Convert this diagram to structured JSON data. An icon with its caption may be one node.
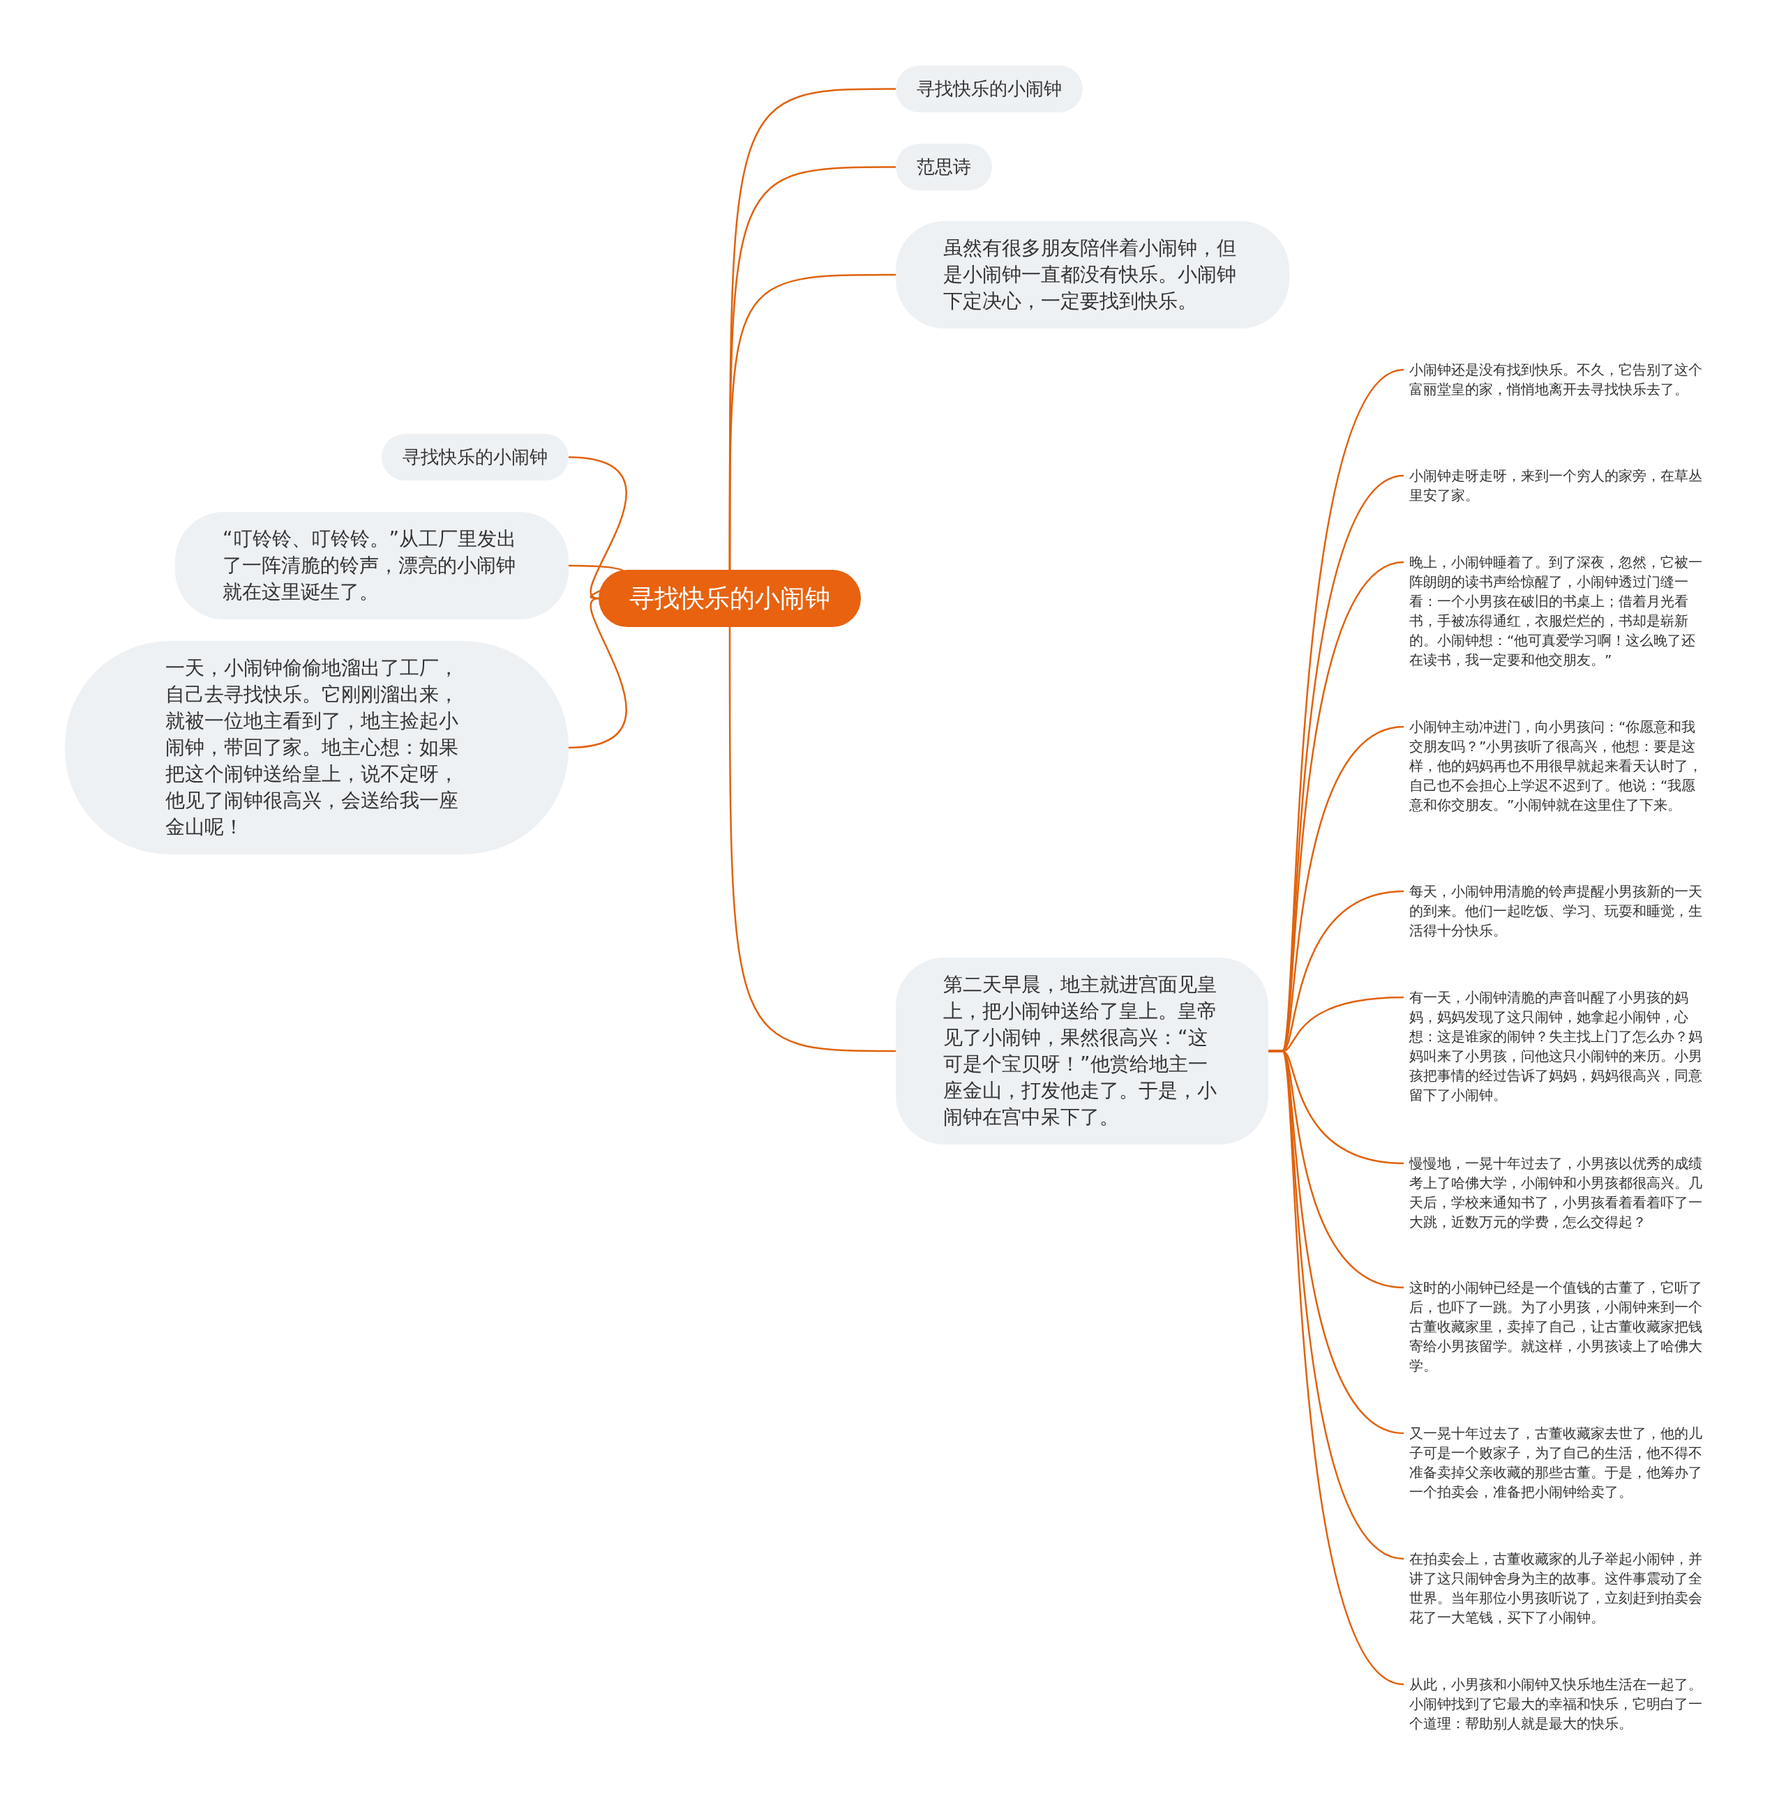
{
  "diagram": {
    "nodes": [
      {
        "text": [
          "寻找快乐的小闹钟"
        ]
      },
      {
        "text": [
          "寻找快乐的小闹钟"
        ]
      },
      {
        "text": [
          "范思诗"
        ]
      },
      {
        "text": [
          "虽然有很多朋友陪伴着小闹钟，但是小闹钟一直都没有快乐。小闹钟下定决心，一定要找到快乐。"
        ]
      },
      {
        "text": [
          "寻找快乐的小闹钟"
        ]
      },
      {
        "text": [
          "“叮铃铃、叮铃铃。”从工厂里发出了一阵清脆的铃声，漂亮的小闹钟就在这里诞生了。"
        ]
      },
      {
        "text": [
          "一天，小闹钟偷偷地溜出了工厂，自己去寻找快乐。它刚刚溜出来，就被一位地主看到了，地主捡起小闹钟，带回了家。地主心想：如果把这个闹钟送给皇上，说不定呀，他见了闹钟很高兴，会送给我一座金山呢！"
        ]
      },
      {
        "text": [
          "第二天早晨，地主就进宫面见皇上，把小闹钟送给了皇上。皇帝见了小闹钟，果然很高兴：“这可是个宝贝呀！”他赏给地主一座金山，打发他走了。于是，小闹钟在宫中呆下了。"
        ]
      },
      {
        "text": [
          "小闹钟还是没有找到快乐。不久，它告别了这个富丽堂皇的家，悄悄地离开去寻找快乐去了。"
        ]
      },
      {
        "text": [
          "小闹钟走呀走呀，来到一个穷人的家旁，在草丛里安了家。"
        ]
      },
      {
        "text": [
          "晚上，小闹钟睡着了。到了深夜，忽然，它被一阵朗朗的读书声给惊醒了，小闹钟透过门缝一看：一个小男孩在破旧的书桌上；借着月光看书，手被冻得通红，衣服烂烂的，书却是崭新的。小闹钟想：“他可真爱学习啊！这么晚了还在读书，我一定要和他交朋友。”"
        ]
      },
      {
        "text": [
          "小闹钟主动冲进门，向小男孩问：“你愿意和我交朋友吗？”小男孩听了很高兴，他想：要是这样，他的妈妈再也不用很早就起来看天认时了，自己也不会担心上学迟不迟到了。他说：“我愿意和你交朋友。”小闹钟就在这里住了下来。"
        ]
      },
      {
        "text": [
          "每天，小闹钟用清脆的铃声提醒小男孩新的一天的到来。他们一起吃饭、学习、玩耍和睡觉，生活得十分快乐。"
        ]
      },
      {
        "text": [
          "有一天，小闹钟清脆的声音叫醒了小男孩的妈妈，妈妈发现了这只闹钟，她拿起小闹钟，心想：这是谁家的闹钟？失主找上门了怎么办？妈妈叫来了小男孩，问他这只小闹钟的来历。小男孩把事情的经过告诉了妈妈，妈妈很高兴，同意留下了小闹钟。"
        ]
      },
      {
        "text": [
          "慢慢地，一晃十年过去了，小男孩以优秀的成绩考上了哈佛大学，小闹钟和小男孩都很高兴。几天后，学校来通知书了，小男孩看着看着吓了一大跳，近数万元的学费，怎么交得起？"
        ]
      },
      {
        "text": [
          "这时的小闹钟已经是一个值钱的古董了，它听了后，也吓了一跳。为了小男孩，小闹钟来到一个古董收藏家里，卖掉了自己，让古董收藏家把钱寄给小男孩留学。就这样，小男孩读上了哈佛大学。"
        ]
      },
      {
        "text": [
          "又一晃十年过去了，古董收藏家去世了，他的儿子可是一个败家子，为了自己的生活，他不得不准备卖掉父亲收藏的那些古董。于是，他筹办了一个拍卖会，准备把小闹钟给卖了。"
        ]
      },
      {
        "text": [
          "在拍卖会上，古董收藏家的儿子举起小闹钟，并讲了这只闹钟舍身为主的故事。这件事震动了全世界。当年那位小男孩听说了，立刻赶到拍卖会花了一大笔钱，买下了小闹钟。"
        ]
      },
      {
        "text": [
          "从此，小男孩和小闹钟又快乐地生活在一起了。小闹钟找到了它最大的幸福和快乐，它明白了一个道理：帮助别人就是最大的快乐。"
        ]
      }
    ],
    "edges": [
      {
        "from": 0,
        "to": 1,
        "arrow": "none"
      },
      {
        "from": 0,
        "to": 2,
        "arrow": "none"
      },
      {
        "from": 0,
        "to": 3,
        "arrow": "none"
      },
      {
        "from": 0,
        "to": 4,
        "arrow": "none"
      },
      {
        "from": 0,
        "to": 5,
        "arrow": "none"
      },
      {
        "from": 0,
        "to": 6,
        "arrow": "none"
      },
      {
        "from": 0,
        "to": 7,
        "arrow": "none"
      },
      {
        "from": 7,
        "to": 8,
        "arrow": "none"
      },
      {
        "from": 7,
        "to": 9,
        "arrow": "none"
      },
      {
        "from": 7,
        "to": 10,
        "arrow": "none"
      },
      {
        "from": 7,
        "to": 11,
        "arrow": "none"
      },
      {
        "from": 7,
        "to": 12,
        "arrow": "none"
      },
      {
        "from": 7,
        "to": 13,
        "arrow": "none"
      },
      {
        "from": 7,
        "to": 14,
        "arrow": "none"
      },
      {
        "from": 7,
        "to": 15,
        "arrow": "none"
      },
      {
        "from": 7,
        "to": 16,
        "arrow": "none"
      },
      {
        "from": 7,
        "to": 17,
        "arrow": "none"
      },
      {
        "from": 7,
        "to": 18,
        "arrow": "none"
      }
    ]
  }
}
